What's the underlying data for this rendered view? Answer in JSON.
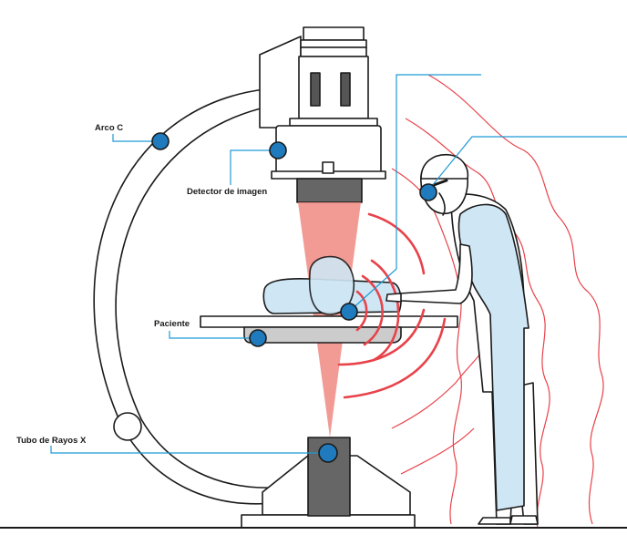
{
  "labels": {
    "arco_c": "Arco C",
    "detector": "Detector de imagen",
    "paciente": "Paciente",
    "tubo": "Tubo de Rayos X"
  },
  "colors": {
    "line": "#1a1a1a",
    "callout": "#1e9ad6",
    "marker": "#1f7bbd",
    "beam": "#f08a82",
    "scatter": "#e8424a",
    "apron": "#cfe6f4",
    "machine_gray": "#666666",
    "white": "#ffffff"
  }
}
